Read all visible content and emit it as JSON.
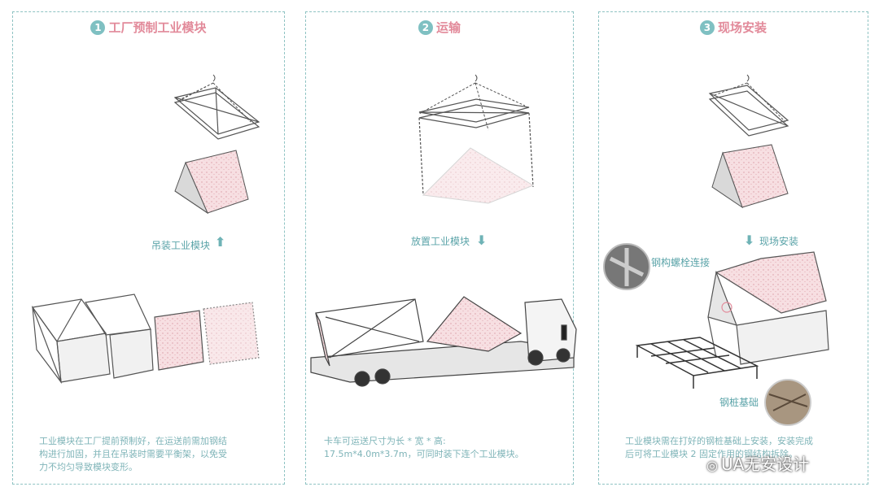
{
  "panels": [
    {
      "num": "1",
      "title": "工厂预制工业模块",
      "label": "吊装工业模块",
      "desc_lines": [
        "工业模块在工厂提前预制好，在运送前需加钢结",
        "构进行加固，并且在吊装时需要平衡架，以免受",
        "力不均匀导致模块变形。"
      ]
    },
    {
      "num": "2",
      "title": "运输",
      "label": "放置工业模块",
      "desc_lines": [
        "卡车可运送尺寸为长 * 宽 * 高:",
        "17.5m*4.0m*3.7m，可同时装下连个工业模块。"
      ]
    },
    {
      "num": "3",
      "title": "现场安装",
      "label": "现场安装",
      "label_bolt": "钢构螺栓连接",
      "label_pile": "钢桩基础",
      "desc_lines": [
        "工业模块需在打好的钢桩基础上安装，安装完成",
        "后可将工业模块 2 固定作用的钢结构拆除。"
      ]
    }
  ],
  "watermark": "UA无安设计",
  "colors": {
    "accent": "#7fc0c2",
    "title": "#e28a9a",
    "pink": "#f6d9dc",
    "line": "#555555"
  }
}
